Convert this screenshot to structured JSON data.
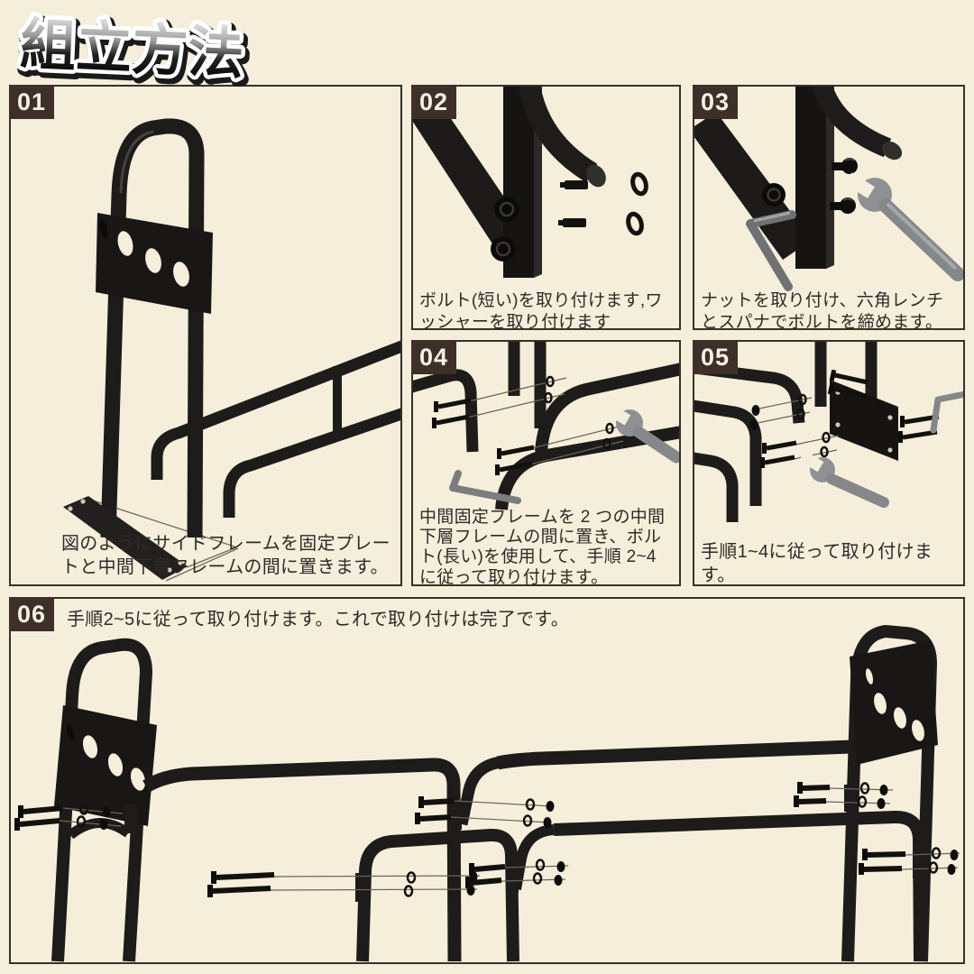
{
  "page": {
    "title": "組立方法",
    "background": "#f5eedb",
    "border_color": "#35312a",
    "badge_color": "#3e3028",
    "metal_color": "#1d1c1a",
    "tool_color": "#8a8c8e"
  },
  "steps": [
    {
      "id": "01",
      "text": "図のようにサイドフレームを固定プレートと中間下層フレームの間に置きます。"
    },
    {
      "id": "02",
      "text": "ボルト(短い)を取り付けます,ワッシャーを取り付けます"
    },
    {
      "id": "03",
      "text": "ナットを取り付け、六角レンチとスパナでボルトを締めます。"
    },
    {
      "id": "04",
      "text": "中間固定フレームを 2 つの中間下層フレームの間に置き、ボルト(長い)を使用して、手順 2~4 に従って取り付けます。"
    },
    {
      "id": "05",
      "text": "手順1~4に従って取り付けます。"
    },
    {
      "id": "06",
      "text": "手順2~5に従って取り付けます。これで取り付けは完了です。"
    }
  ]
}
